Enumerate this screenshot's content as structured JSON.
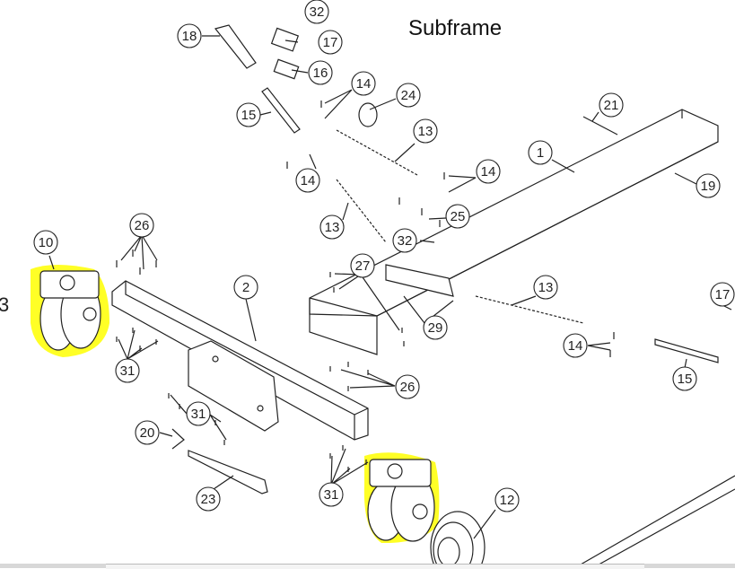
{
  "diagram": {
    "title": "Subframe",
    "edge_fragment": "3",
    "callouts": [
      "32",
      "18",
      "17",
      "16",
      "14",
      "24",
      "15",
      "13",
      "21",
      "1",
      "14",
      "14",
      "19",
      "25",
      "13",
      "32",
      "26",
      "10",
      "27",
      "2",
      "13",
      "29",
      "17",
      "14",
      "15",
      "26",
      "31",
      "31",
      "20",
      "23",
      "31",
      "12"
    ]
  },
  "colors": {
    "highlight": "#ffff00",
    "linework": "#222222",
    "background": "#ffffff"
  }
}
